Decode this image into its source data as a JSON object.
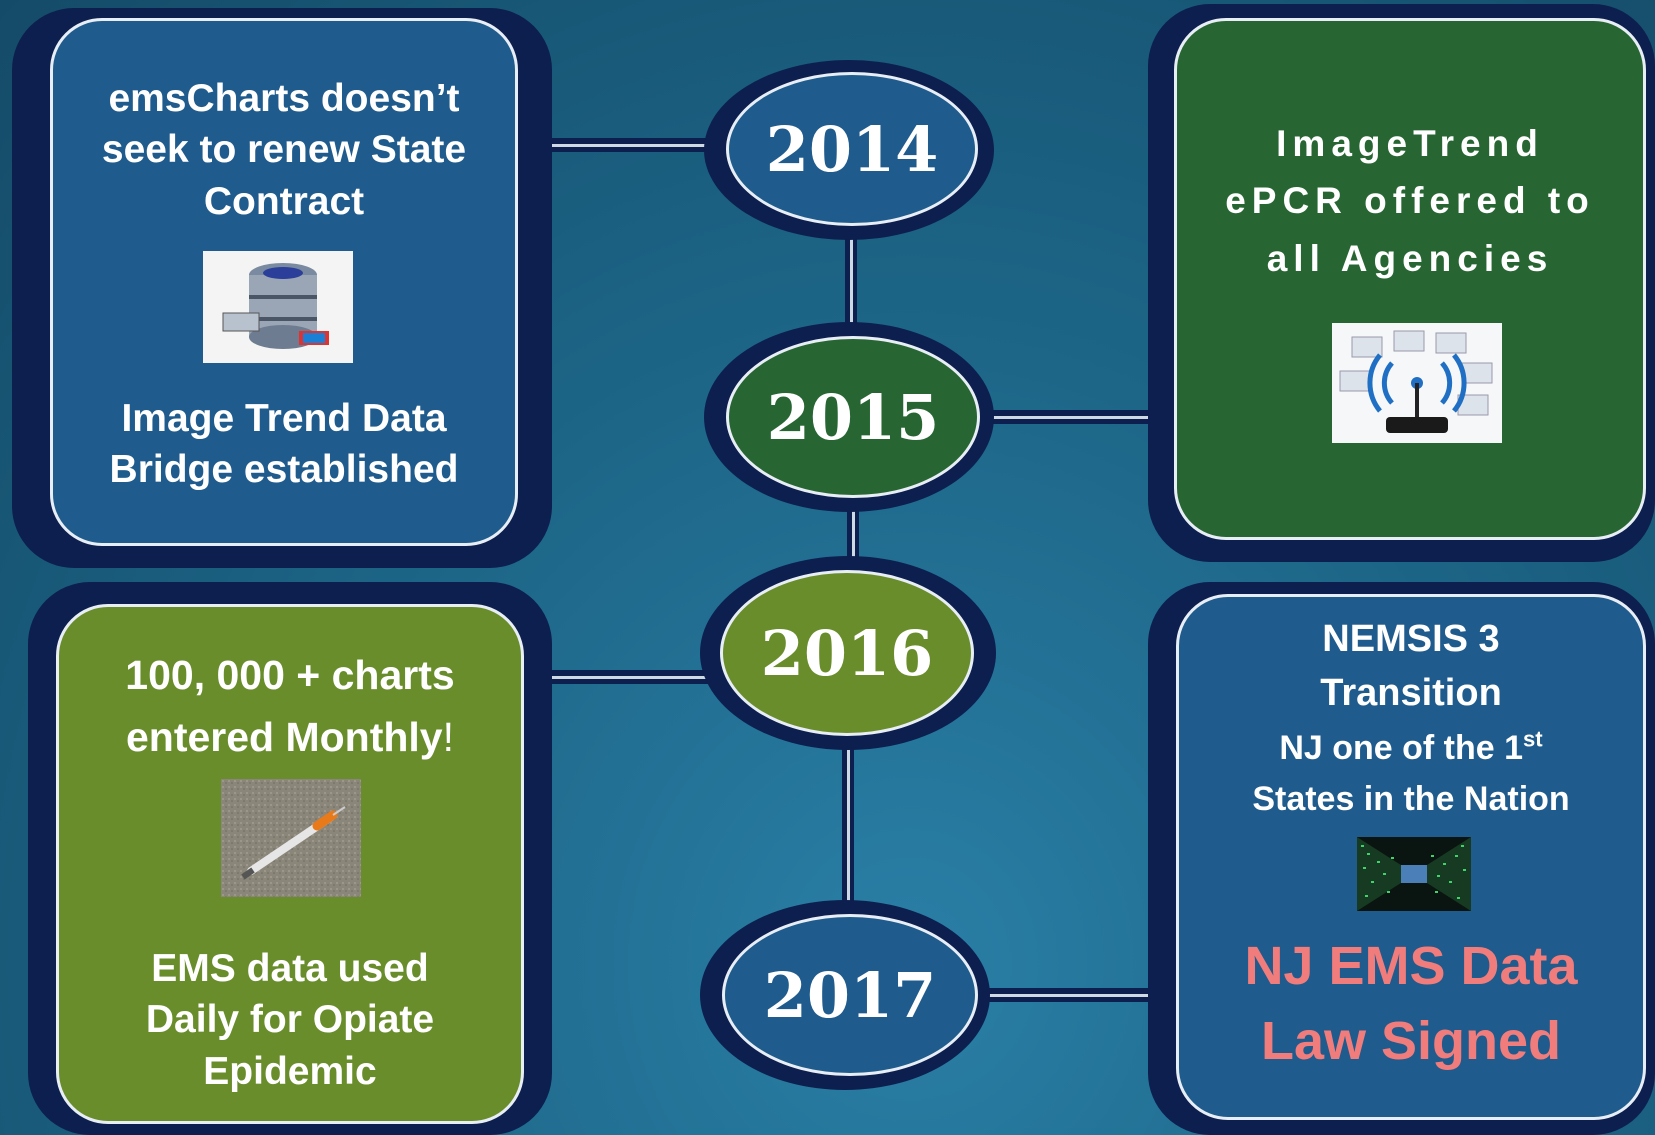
{
  "years": {
    "y2014": "2014",
    "y2015": "2015",
    "y2016": "2016",
    "y2017": "2017"
  },
  "card_top_left": {
    "line1": "emsCharts doesn’t",
    "line2": "seek to renew State",
    "line3": "Contract",
    "line4": "Image Trend Data",
    "line5": "Bridge established",
    "image_icon": "database-server-icon"
  },
  "card_top_right": {
    "line1": "ImageTrend",
    "line2": "ePCR offered to",
    "line3": "all Agencies",
    "image_icon": "wireless-router-icon"
  },
  "card_bottom_left": {
    "line1": "100, 000 +  charts",
    "line2a": "entered Monthly",
    "line2b": "!",
    "line3": "EMS data used",
    "line4": "Daily for Opiate",
    "line5": "Epidemic",
    "image_icon": "syringe-icon"
  },
  "card_bottom_right": {
    "line1": "NEMSIS 3",
    "line2": "Transition",
    "line3a": "NJ one of the 1",
    "line3sup": "st",
    "line4": "States in the Nation",
    "line5": "NJ EMS Data",
    "line6": "Law Signed",
    "image_icon": "data-tunnel-icon"
  },
  "colors": {
    "navy_border": "#0d1f4e",
    "blue_card": "#1f5b8c",
    "dark_green_card": "#276633",
    "olive_card": "#6a8d2c",
    "law_text": "#f07c7c"
  }
}
